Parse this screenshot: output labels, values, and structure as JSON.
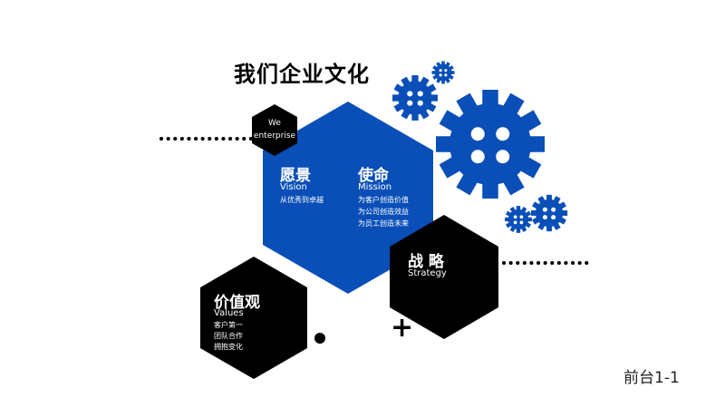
{
  "title": "我们企业文化",
  "badge": {
    "line1": "We",
    "line2": "enterprise"
  },
  "vision": {
    "heading": "愿景",
    "subheading": "Vision",
    "items": [
      "从优秀到卓越"
    ]
  },
  "mission": {
    "heading": "使命",
    "subheading": "Mission",
    "items": [
      "为客户创造价值",
      "为公司创造效益",
      "为员工创造未来"
    ]
  },
  "strategy": {
    "heading": "战 略",
    "subheading": "Strategy"
  },
  "values": {
    "heading": "价值观",
    "subheading": "Values",
    "items": [
      "客户第一",
      "团队合作",
      "拥抱变化"
    ]
  },
  "plus_symbol": "+",
  "page_label": "前台1-1",
  "colors": {
    "blue": "#0a4fb8",
    "black": "#000000",
    "white": "#ffffff"
  },
  "icons": [
    "gear-icon",
    "gear-icon",
    "gear-icon",
    "gear-icon",
    "gear-icon",
    "gear-icon"
  ]
}
